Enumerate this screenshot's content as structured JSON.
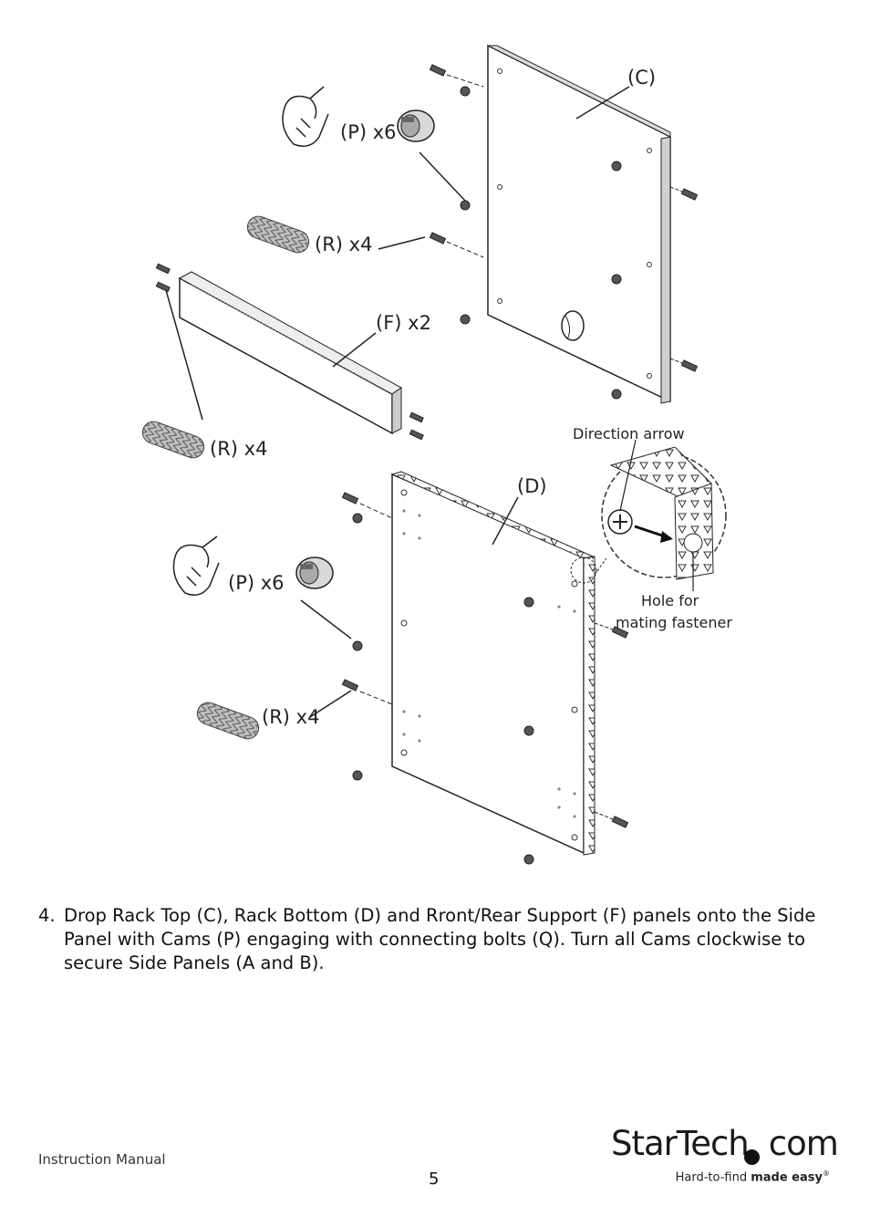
{
  "labels": {
    "panel_c": "(C)",
    "panel_d": "(D)",
    "support_f": "(F) x2",
    "cam_p_top": "(P) x6",
    "cam_p_bottom": "(P) x6",
    "dowel_r_top": "(R) x4",
    "dowel_r_mid": "(R) x4",
    "dowel_r_bottom": "(R) x4",
    "direction_arrow": "Direction arrow",
    "hole_line1": "Hole for",
    "hole_line2": "mating fastener"
  },
  "step": {
    "number": "4.",
    "text": "Drop Rack Top (C), Rack Bottom (D) and Rront/Rear Support (F) panels onto the Side Panel with Cams (P) engaging with connecting bolts (Q). Turn all Cams clockwise to secure Side Panels (A and B)."
  },
  "footer": {
    "manual": "Instruction Manual",
    "page": "5",
    "logo_main_a": "StarTech",
    "logo_main_b": "com",
    "logo_tag_light": "Hard-to-find",
    "logo_tag_bold": "made easy",
    "logo_reg": "®"
  }
}
